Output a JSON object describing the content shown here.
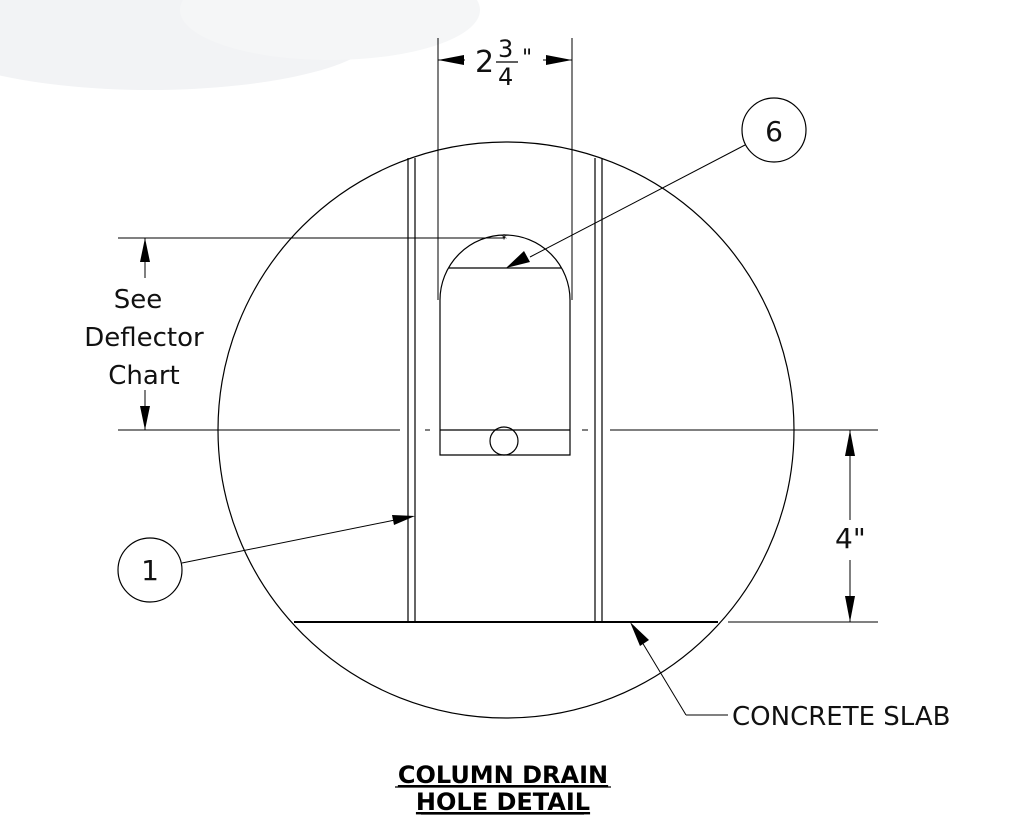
{
  "dimensions": {
    "width_whole": "2",
    "width_num": "3",
    "width_den": "4",
    "width_unit": "\"",
    "height_label": "4\""
  },
  "notes": {
    "deflector_line1": "See",
    "deflector_line2": "Deflector",
    "deflector_line3": "Chart",
    "slab_label": "CONCRETE SLAB"
  },
  "balloons": {
    "part_6": "6",
    "part_1": "1"
  },
  "title": {
    "line1": "COLUMN DRAIN",
    "line2": "HOLE DETAIL"
  },
  "colors": {
    "line": "#000000",
    "watermark": "#f2f3f5"
  }
}
